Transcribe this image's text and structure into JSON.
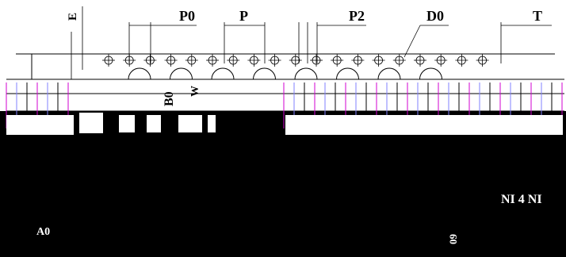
{
  "labels": {
    "e": "E",
    "p0": "P0",
    "p": "P",
    "p2": "P2",
    "d0": "D0",
    "t": "T",
    "b0": "B0",
    "w": "W",
    "a0": "A0",
    "bottom_mid": "09",
    "right_fragment": "NI 4 NI"
  },
  "colors": {
    "line": "#000000",
    "accent_magenta": "#d000d0",
    "accent_purple": "#8080ff",
    "accent_green": "#20a020",
    "band": "#000000",
    "paper": "#ffffff"
  },
  "sprocket_hole_count": 19,
  "pocket_arch_count": 8
}
